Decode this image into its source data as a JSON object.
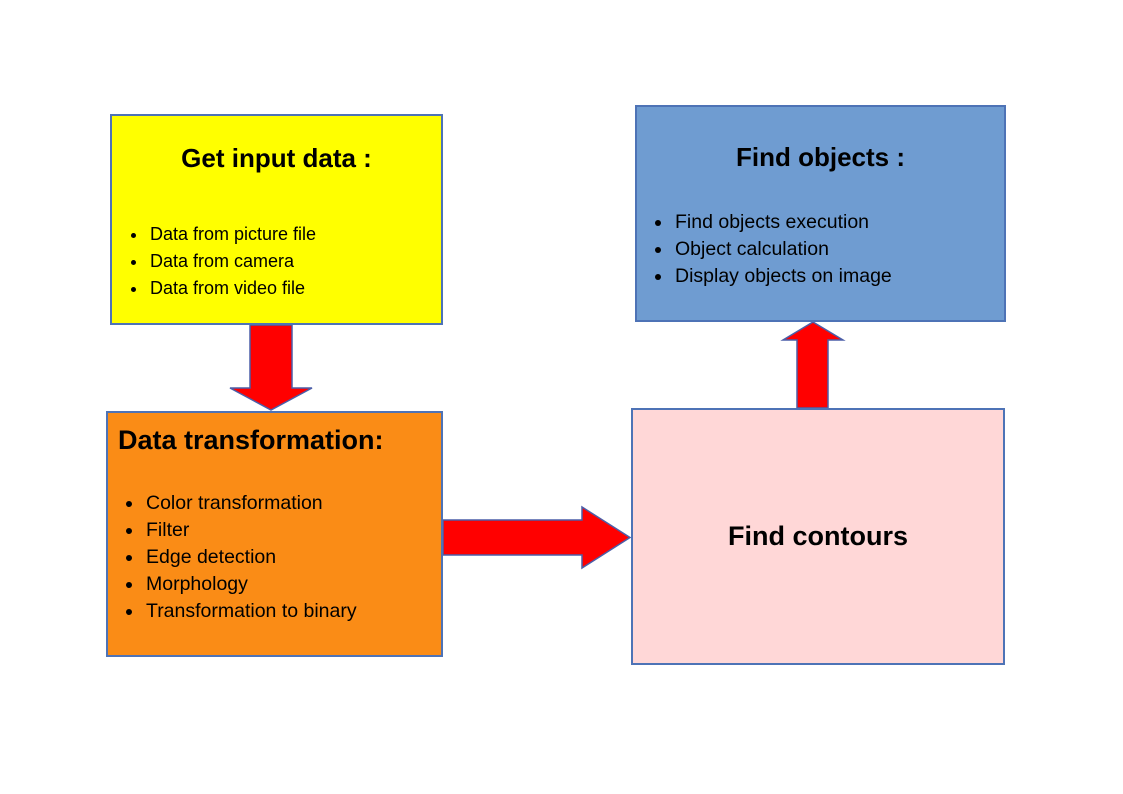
{
  "diagram": {
    "boxes": {
      "get_input_data": {
        "title": "Get input data :",
        "items": [
          "Data from picture file",
          "Data from camera",
          "Data from video file"
        ],
        "fill": "#ffff00",
        "border": "#4e73b6"
      },
      "data_transformation": {
        "title": "Data transformation:",
        "items": [
          "Color transformation",
          "Filter",
          "Edge detection",
          "Morphology",
          "Transformation to binary"
        ],
        "fill": "#fa8c16",
        "border": "#4e73b6"
      },
      "find_objects": {
        "title": "Find objects :",
        "items": [
          "Find objects execution",
          "Object calculation",
          "Display objects on image"
        ],
        "fill": "#6f9cd1",
        "border": "#4e73b6"
      },
      "find_contours": {
        "title": "Find contours",
        "fill": "#ffd7d7",
        "border": "#4e73b6"
      }
    },
    "arrows": {
      "fill": "#ff0000",
      "outline": "#4b5ea8",
      "connections": [
        "get_input_data -> data_transformation",
        "data_transformation -> find_contours",
        "find_contours -> find_objects"
      ]
    }
  }
}
